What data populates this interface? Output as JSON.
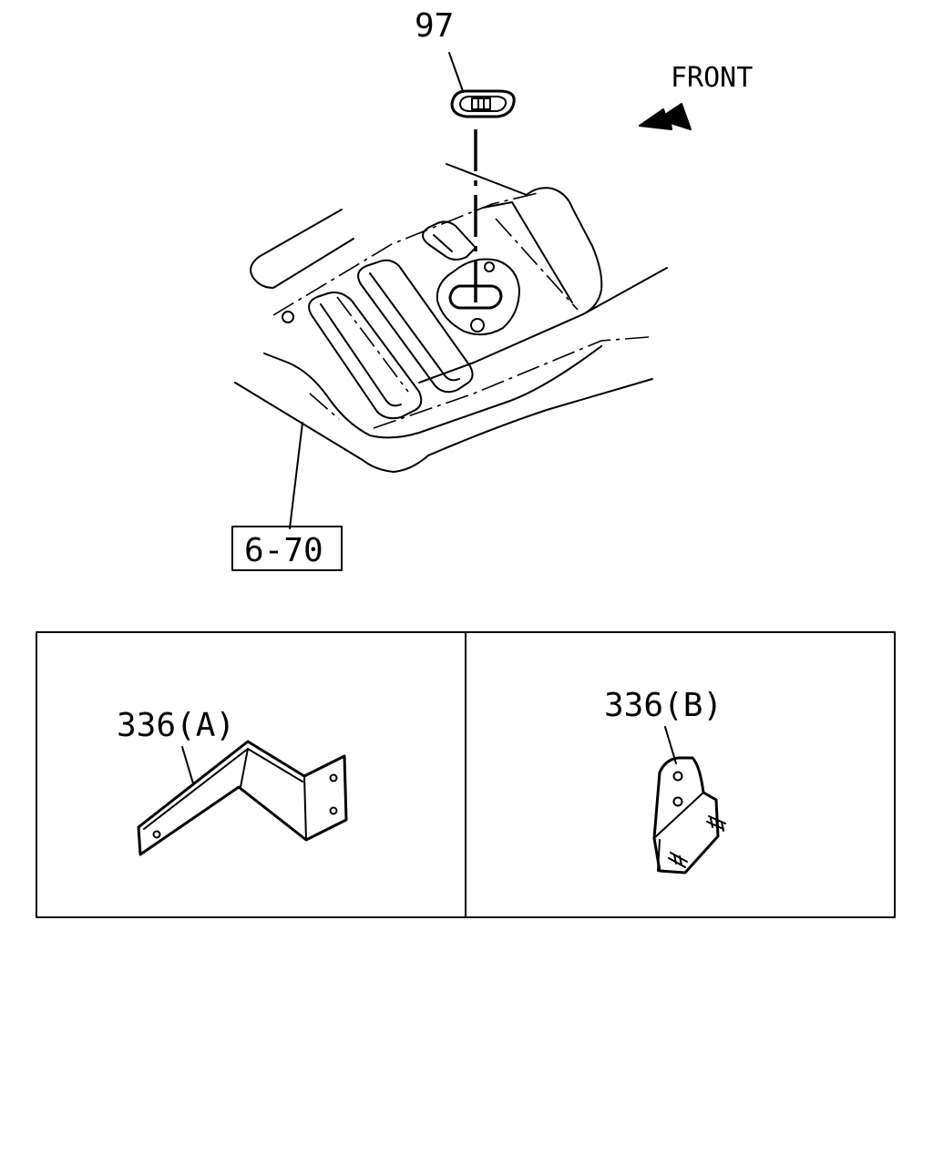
{
  "callouts": {
    "grommet": "97",
    "front": "FRONT",
    "floor_ref": "6-70",
    "bracket_a": "336(A)",
    "bracket_b": "336(B)"
  },
  "icons": {
    "direction_arrow": "front-arrow-icon"
  },
  "colors": {
    "ink": "#000000",
    "paper": "#ffffff"
  }
}
